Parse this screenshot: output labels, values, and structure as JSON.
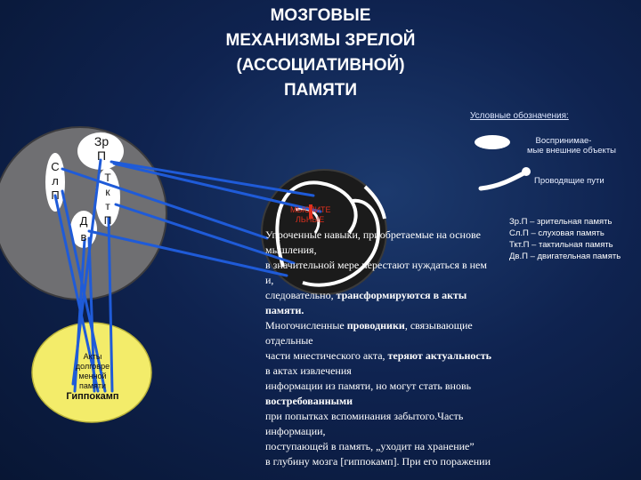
{
  "title": {
    "line1": "МОЗГОВЫЕ",
    "line2": "МЕХАНИЗМЫ ЗРЕЛОЙ",
    "line3": "(АССОЦИАТИВНОЙ)",
    "line4": "ПАМЯТИ"
  },
  "legend": {
    "title": "Условные обозначения:",
    "perceived_line1": "Воспринимае-",
    "perceived_line2": "мые  внешние объекты",
    "pathways": "Проводящие пути"
  },
  "brain_labels": {
    "zrp_1": "Зр",
    "zrp_2": "П",
    "slp_1": "С",
    "slp_2": "л",
    "slp_3": "П",
    "tkt_1": "Т",
    "tkt_2": "к",
    "tkt_3": "т",
    "tkt_4": "П",
    "dv_1": "Д",
    "dv_2": "в"
  },
  "hippocampus": {
    "line1": "Акты",
    "line2": "долговре",
    "line3": "менной",
    "line4": "памяти",
    "name": "Гиппокамп"
  },
  "center_circle": {
    "text1": "МЫСЛИТЕ",
    "text2": "ЛЬНЫЕ"
  },
  "abbreviations": [
    "Зр.П – зрительная память",
    "Сл.П – слуховая память",
    "Ткт.П – тактильная память",
    "Дв.П – двигательная память"
  ],
  "body_text": {
    "l1": "Упроченные навыки, приобретаемые на основе",
    "l2": "мышления,",
    "l3": "в значительной мере перестают нуждаться в нем",
    "l4": "и,",
    "l5a": "следовательно, ",
    "l5b": "трансформируются в акты",
    "l6": "памяти.",
    "l7a": "Многочисленные ",
    "l7b": "проводники",
    "l7c": ", связывающие",
    "l8": "отдельные",
    "l9a": "части мнестического акта, ",
    "l9b": "теряют актуальность",
    "l10": "в актах извлечения",
    "l11": "информации из памяти, но могут стать вновь",
    "l12": "востребованными",
    "l13": "при попытках вспоминания забытого.Часть",
    "l14": "информации,",
    "l15": "поступающей в память, „уходит на хранение”",
    "l16": " в глубину мозга [гиппокамп]. При его поражении"
  },
  "colors": {
    "background": "#0f2350",
    "pathway_line": "#1f5bd8",
    "brain_fill": "#6f6f72",
    "hippocampus_fill": "#f3ec6a",
    "center_fill": "#1b1b1b",
    "accent_red": "#e0301e"
  }
}
